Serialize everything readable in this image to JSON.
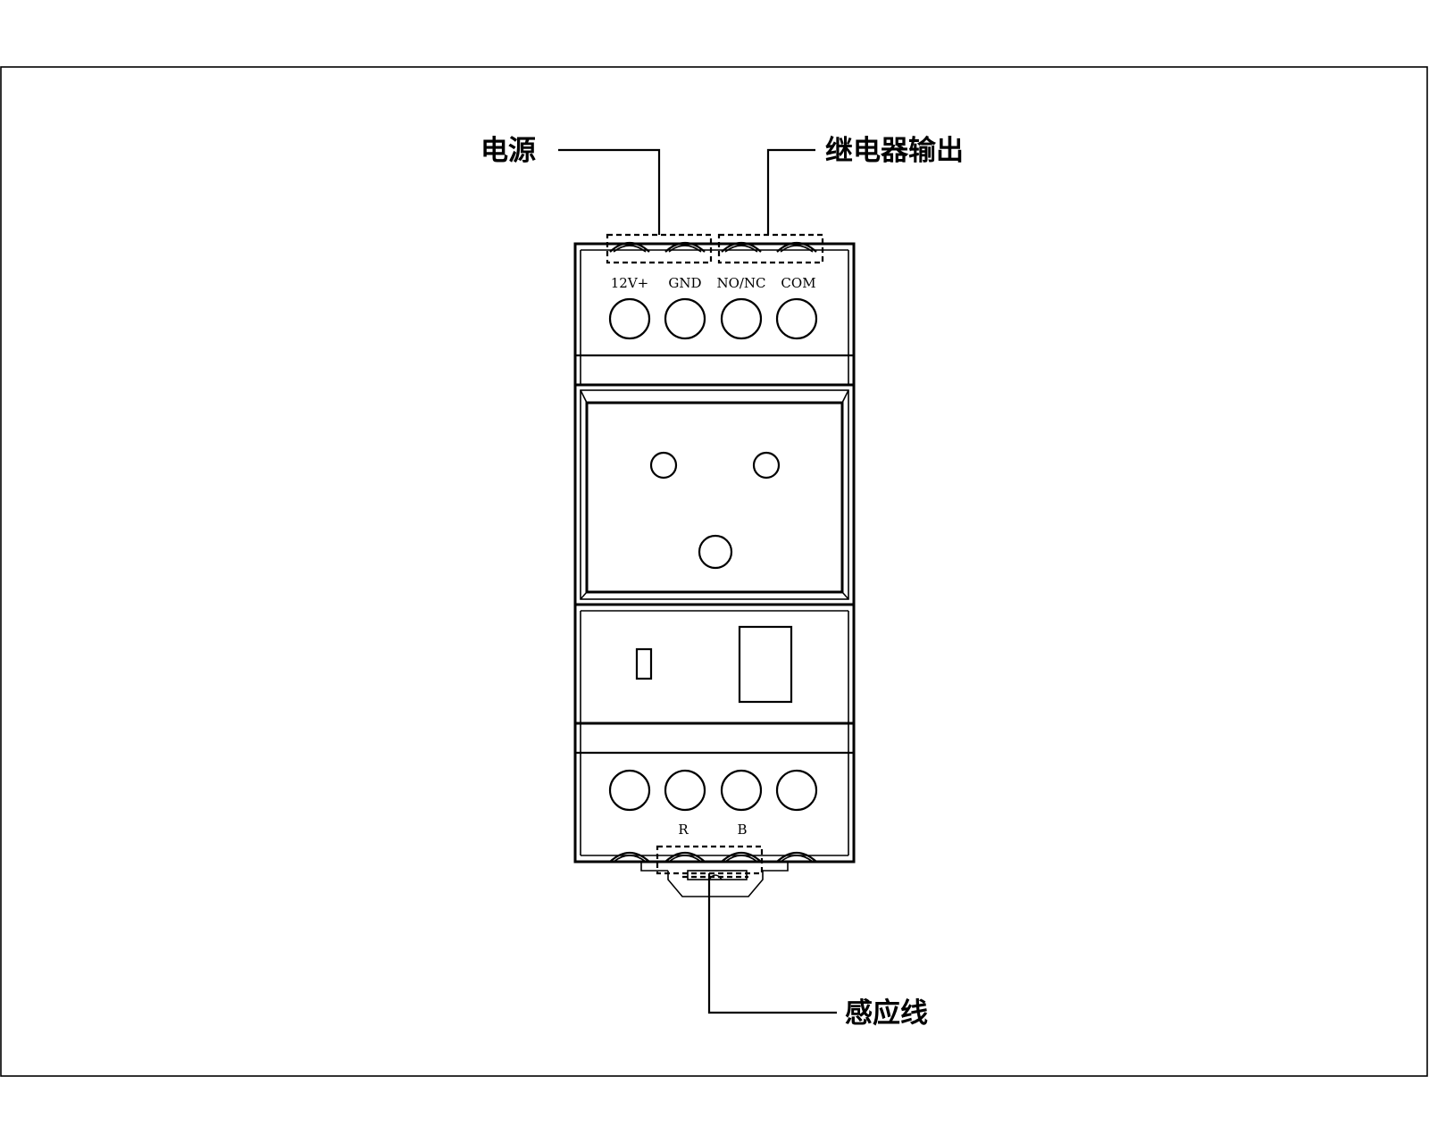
{
  "callouts": {
    "power": "电源",
    "relay_output": "继电器输出",
    "sensor_wire": "感应线"
  },
  "top_terminals": [
    "12V+",
    "GND",
    "NO/NC",
    "COM"
  ],
  "bottom_terminals": [
    "R",
    "B"
  ]
}
